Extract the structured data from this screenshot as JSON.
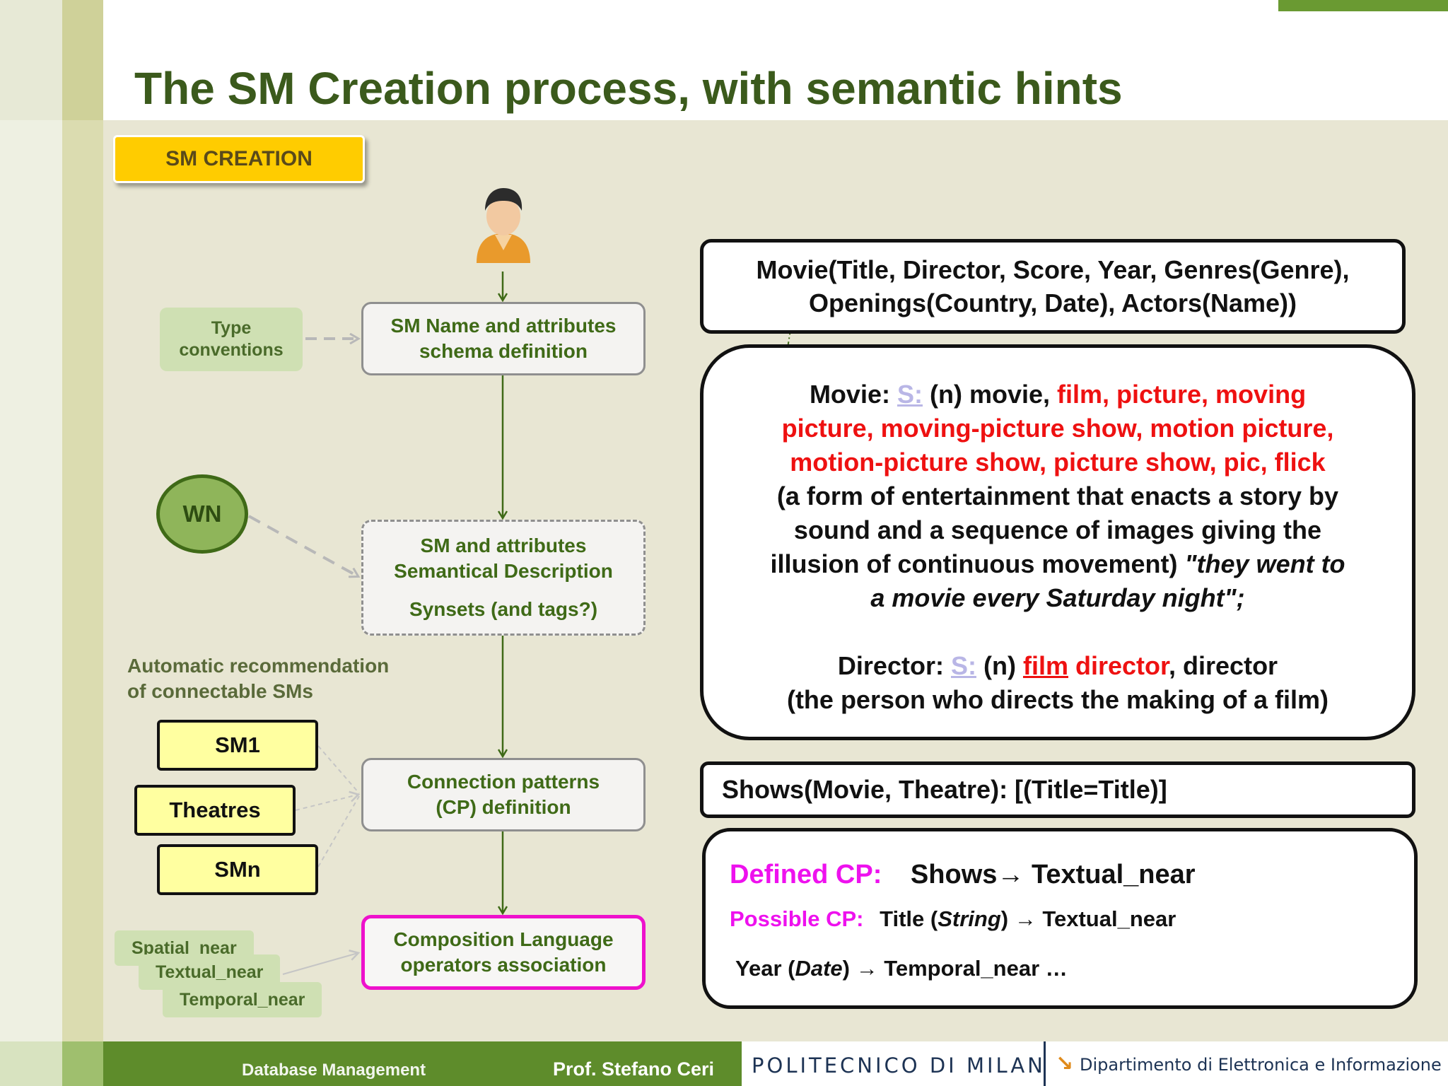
{
  "title": "The SM Creation process, with semantic hints",
  "badge": "SM CREATION",
  "flow": {
    "schema_line1": "SM Name and attributes",
    "schema_line2": "schema definition",
    "semantic_line1": "SM and attributes",
    "semantic_line2": "Semantical Description",
    "semantic_line3": "Synsets (and tags?)",
    "cp_line1": "Connection patterns",
    "cp_line2": "(CP) definition",
    "composition_line1": "Composition Language",
    "composition_line2": "operators association"
  },
  "side": {
    "type_line1": "Type",
    "type_line2": "conventions",
    "wn": "WN",
    "auto_rec_line1": "Automatic recommendation",
    "auto_rec_line2": "of connectable SMs",
    "sm1": "SM1",
    "theatres": "Theatres",
    "smn": "SMn",
    "op_spatial": "Spatial_near",
    "op_textual": "Textual_near",
    "op_temporal": "Temporal_near"
  },
  "movie_schema": {
    "line1": "Movie(Title, Director, Score, Year, Genres(Genre),",
    "line2": "Openings(Country, Date), Actors(Name))"
  },
  "wordnet": {
    "movie_label": "Movie:",
    "s_link": "S:",
    "pos": "(n) movie,",
    "syn_a": "film, picture, moving",
    "syn_b": "picture, moving-picture show, motion picture,",
    "syn_c": "motion-picture show, picture show, pic, flick",
    "gloss1": "(a form of entertainment that enacts a story by",
    "gloss2": "sound and a sequence of images giving the",
    "gloss3": "illusion of continuous movement)",
    "example1": "\"they went to",
    "example2": "a movie every Saturday night\";",
    "director_label": "Director:",
    "director_pos": "(n)",
    "director_syn1": "film",
    "director_syn2": "director",
    "director_rest": ", director",
    "director_gloss": "(the person who directs the making of a film)"
  },
  "shows": "Shows(Movie, Theatre): [(Title=Title)]",
  "cp": {
    "defined_label": "Defined CP:",
    "defined_value": "Shows→ Textual_near",
    "possible_label": "Possible CP:",
    "possible_a": "Title (",
    "possible_type": "String",
    "possible_b": ") → Textual_near",
    "year_a": "Year (",
    "year_type": "Date",
    "year_b": ") → Temporal_near  …"
  },
  "footer": {
    "course": "Database Management",
    "author": "Prof. Stefano Ceri",
    "university": "POLITECNICO DI MILANO",
    "department": "Dipartimento di Elettronica e Informazione"
  },
  "icons": {
    "user": "user-avatar-icon",
    "dept_arrow": "arrow-icon"
  },
  "colors": {
    "title": "#3b5a1c",
    "badge": "#ffcc00",
    "flow_text": "#3f6a17",
    "synonym_red": "#ee1111",
    "cp_magenta": "#ee11ee",
    "footer": "#5e8c2b"
  }
}
